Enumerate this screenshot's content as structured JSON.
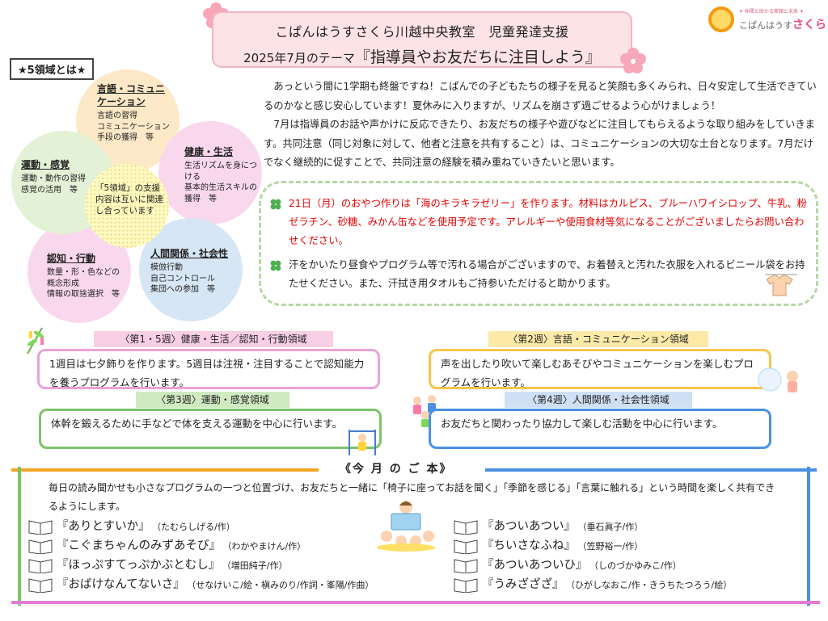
{
  "header": {
    "line1": "こぱんはうすさくら川越中央教室　児童発達支援",
    "line2_prefix": "2025年7月のテーマ",
    "theme": "『指導員やお友だちに注目しよう』"
  },
  "logo": {
    "tagline": "✦ 仲間と助かる笑顔と未来 ✦",
    "name_prefix": "こぱんはうす",
    "name_accent": "さくら",
    "icon": "sakura-logo-icon"
  },
  "five_areas": {
    "label": "★5領域とは★",
    "center": "「5領域」の支援内容は互いに関連し合っています",
    "areas": [
      {
        "title": "言語・コミュニケーション",
        "lines": [
          "言語の習得",
          "コミュニケーション手段の獲得　等"
        ]
      },
      {
        "title": "健康・生活",
        "lines": [
          "生活リズムを身につける",
          "基本的生活スキルの獲得　等"
        ]
      },
      {
        "title": "人間関係・社会性",
        "lines": [
          "模倣行動",
          "自己コントロール",
          "集団への参加　等"
        ]
      },
      {
        "title": "認知・行動",
        "lines": [
          "数量・形・色などの概念形成",
          "情報の取捨選択　等"
        ]
      },
      {
        "title": "運動・感覚",
        "lines": [
          "運動・動作の習得",
          "感覚の活用　等"
        ]
      }
    ]
  },
  "intro": {
    "paragraphs": [
      "あっという間に1学期も終盤ですね！こぱんでの子どもたちの様子を見ると笑顔も多くみられ、日々安定して生活できているのかなと感じ安心しています！夏休みに入りますが、リズムを崩さず過ごせるよう心がけましょう！",
      "7月は指導員のお話や声かけに反応できたり、お友だちの様子や遊びなどに注目してもらえるような取り組みをしていきます。共同注意（同じ対象に対して、他者と注意を共有すること）は、コミュニケーションの大切な土台となります。7月だけでなく継続的に促すことで、共同注意の経験を積み重ねていきたいと思います。"
    ]
  },
  "notices": [
    "21日（月）のおやつ作りは「海のキラキラゼリー」を作ります。材料はカルピス、ブルーハワイシロップ、牛乳、粉ゼラチン、砂糖、みかん缶などを使用予定です。アレルギーや使用食材等気になることがございましたらお問い合わせください。",
    "汗をかいたり昼食やプログラム等で汚れる場合がございますので、お着替えと汚れた衣服を入れるビニール袋をお持たせください。また、汗拭き用タオルもご持参いただけると助かります。"
  ],
  "weeks": [
    {
      "head": "〈第1・5週〉健康・生活／認知・行動領域",
      "body": "1週目は七夕飾りを作ります。5週目は注視・注目することで認知能力を養うプログラムを行います。"
    },
    {
      "head": "〈第2週〉言語・コミュニケーション領域",
      "body": "声を出したり吹いて楽しむあそびやコミュニケーションを楽しむプログラムを行います。"
    },
    {
      "head": "〈第3週〉運動・感覚領域",
      "body": "体幹を鍛えるために手などで体を支える運動を中心に行います。"
    },
    {
      "head": "〈第4週〉人間関係・社会性領域",
      "body": "お友だちと関わったり協力して楽しむ活動を中心に行います。"
    }
  ],
  "books": {
    "title": "《今 月 の ご 本》",
    "intro": "毎日の読み聞かせも小さなプログラムの一つと位置づけ、お友だちと一緒に「椅子に座ってお話を聞く」「季節を感じる」「言葉に触れる」という時間を楽しく共有できるようにします。",
    "items": [
      {
        "title": "『ありとすいか』",
        "author": "（たむらしげる/作）"
      },
      {
        "title": "『こぐまちゃんのみずあそび』",
        "author": "（わかやまけん/作）"
      },
      {
        "title": "『ほっぷすてっぷかぶとむし』",
        "author": "（増田純子/作）"
      },
      {
        "title": "『おばけなんてないさ』",
        "author": "（せなけいこ/絵・槇みのり/作詞・峯陽/作曲）"
      },
      {
        "title": "『あついあつい』",
        "author": "（垂石眞子/作）"
      },
      {
        "title": "『ちいさなふね』",
        "author": "（笠野裕一/作）"
      },
      {
        "title": "『あついあついひ』",
        "author": "（しのづかゆみこ/作）"
      },
      {
        "title": "『うみざざざ』",
        "author": "（ひがしなおこ/作・きうちたつろう/絵）"
      }
    ]
  }
}
